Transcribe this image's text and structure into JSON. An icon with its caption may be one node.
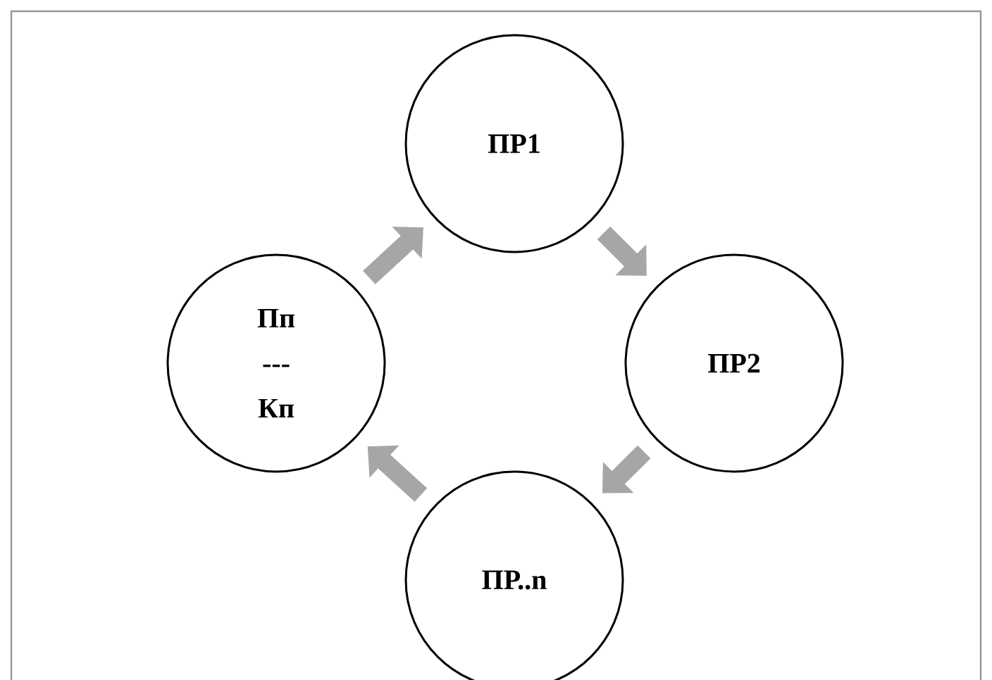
{
  "diagram": {
    "nodes": [
      {
        "text": [
          "ПР1"
        ]
      },
      {
        "text": [
          "Пп",
          "---",
          "Кп"
        ]
      },
      {
        "text": [
          "ПР2"
        ]
      },
      {
        "text": [
          "ПР..n"
        ]
      }
    ],
    "edges": [
      {
        "from": 0,
        "to": 2,
        "arrow": "to"
      },
      {
        "from": 2,
        "to": 3,
        "arrow": "to"
      },
      {
        "from": 3,
        "to": 1,
        "arrow": "to"
      },
      {
        "from": 1,
        "to": 0,
        "arrow": "to"
      }
    ]
  }
}
